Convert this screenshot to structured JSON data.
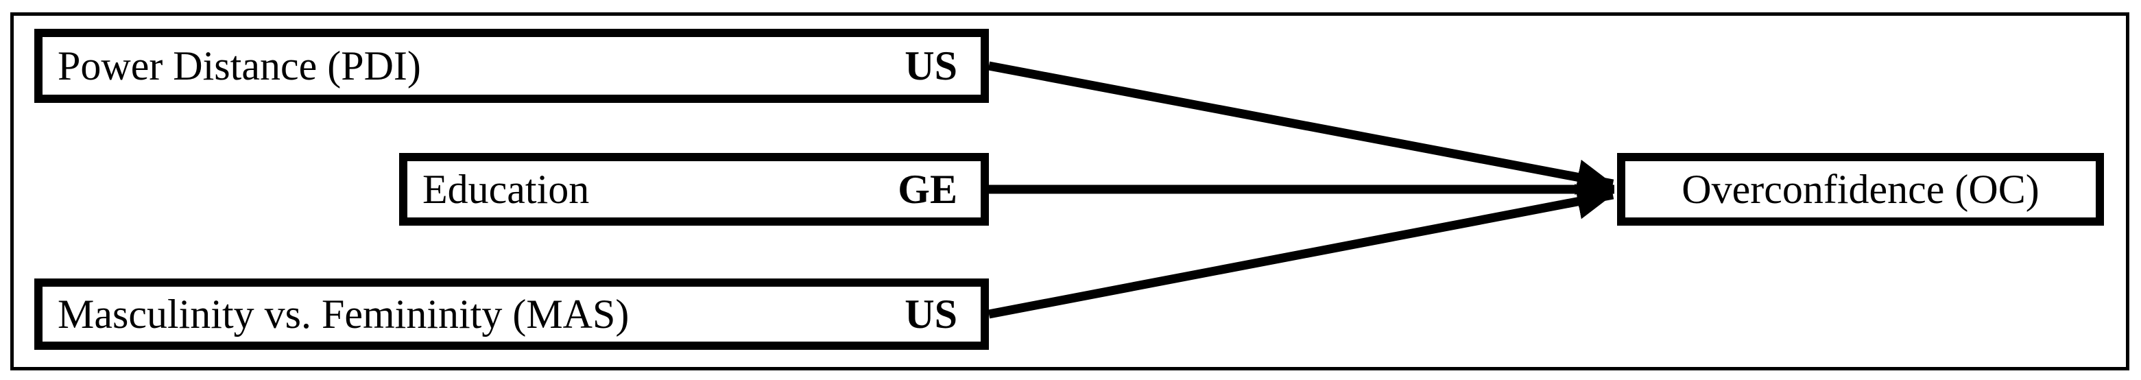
{
  "diagram": {
    "background_color": "#ffffff",
    "stroke_color": "#000000",
    "nodes": [
      {
        "id": "pdi",
        "label": "Power Distance (PDI)",
        "tag": "US"
      },
      {
        "id": "education",
        "label": "Education",
        "tag": "GE"
      },
      {
        "id": "mas",
        "label": "Masculinity vs. Femininity (MAS)",
        "tag": "US"
      },
      {
        "id": "oc",
        "label": "Overconfidence (OC)"
      }
    ],
    "edges": [
      {
        "from": "pdi",
        "to": "oc"
      },
      {
        "from": "education",
        "to": "oc"
      },
      {
        "from": "mas",
        "to": "oc"
      }
    ]
  }
}
